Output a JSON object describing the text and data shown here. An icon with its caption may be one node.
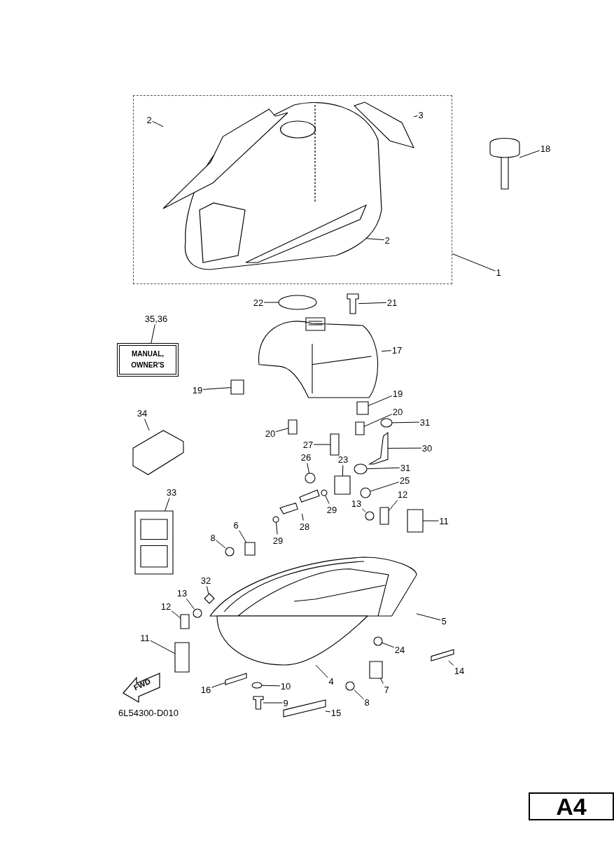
{
  "diagram": {
    "nodes": [
      {
        "text": [],
        "shape": "box"
      },
      {
        "text": [
          "2"
        ],
        "in": 0
      },
      {
        "text": [
          "3"
        ],
        "in": 0
      },
      {
        "text": [
          "18"
        ]
      },
      {
        "text": [
          "2"
        ],
        "in": 0
      },
      {
        "text": [
          "1"
        ]
      },
      {
        "text": [
          "22"
        ]
      },
      {
        "text": [
          "21"
        ]
      },
      {
        "text": [
          "35,36"
        ]
      },
      {
        "text": [
          "MANUAL, OWNER'S"
        ]
      },
      {
        "text": [
          "17"
        ]
      },
      {
        "text": [
          "19"
        ]
      },
      {
        "text": [
          "19"
        ]
      },
      {
        "text": [
          "20"
        ]
      },
      {
        "text": [
          "34"
        ]
      },
      {
        "text": [
          "31"
        ]
      },
      {
        "text": [
          "20"
        ]
      },
      {
        "text": [
          "27"
        ]
      },
      {
        "text": [
          "30"
        ]
      },
      {
        "text": [
          "26"
        ]
      },
      {
        "text": [
          "23"
        ]
      },
      {
        "text": [
          "31"
        ]
      },
      {
        "text": [
          "25"
        ]
      },
      {
        "text": [
          "33"
        ]
      },
      {
        "text": [
          "12"
        ]
      },
      {
        "text": [
          "13"
        ]
      },
      {
        "text": [
          "29"
        ]
      },
      {
        "text": [
          "11"
        ]
      },
      {
        "text": [
          "28"
        ]
      },
      {
        "text": [
          "6"
        ]
      },
      {
        "text": [
          "8"
        ]
      },
      {
        "text": [
          "29"
        ]
      },
      {
        "text": [
          "32"
        ]
      },
      {
        "text": [
          "13"
        ]
      },
      {
        "text": [
          "12"
        ]
      },
      {
        "text": [
          "5"
        ]
      },
      {
        "text": [
          "11"
        ]
      },
      {
        "text": [
          "24"
        ]
      },
      {
        "text": [
          "14"
        ]
      },
      {
        "text": [
          "4"
        ]
      },
      {
        "text": [
          "7"
        ]
      },
      {
        "text": [
          "10"
        ]
      },
      {
        "text": [
          "16"
        ]
      },
      {
        "text": [
          "8"
        ]
      },
      {
        "text": [
          "9"
        ]
      },
      {
        "text": [
          "15"
        ]
      },
      {
        "text": [
          "A4"
        ]
      },
      {
        "text": [],
        "shape": "picture",
        "in": 0
      },
      {
        "text": [],
        "shape": "picture",
        "in": 0
      },
      {
        "text": [],
        "shape": "picture"
      },
      {
        "text": [],
        "shape": "picture",
        "in": 0
      },
      {
        "text": [],
        "shape": "circle"
      },
      {
        "text": [],
        "shape": "picture"
      },
      {
        "text": [],
        "shape": "picture"
      },
      {
        "text": [],
        "shape": "box"
      },
      {
        "text": [],
        "shape": "box"
      },
      {
        "text": [],
        "shape": "box"
      },
      {
        "text": [],
        "shape": "picture"
      },
      {
        "text": [],
        "shape": "circle"
      },
      {
        "text": [],
        "shape": "box"
      },
      {
        "text": [],
        "shape": "box"
      },
      {
        "text": [],
        "shape": "picture"
      },
      {
        "text": [],
        "shape": "circle"
      },
      {
        "text": [],
        "shape": "box"
      },
      {
        "text": [],
        "shape": "circle"
      },
      {
        "text": [],
        "shape": "circle"
      },
      {
        "text": [],
        "shape": "box"
      },
      {
        "text": [],
        "shape": "box"
      },
      {
        "text": [],
        "shape": "circle"
      },
      {
        "text": [],
        "shape": "circle"
      },
      {
        "text": [],
        "shape": "box"
      },
      {
        "text": [],
        "shape": "picture"
      },
      {
        "text": [],
        "shape": "box"
      },
      {
        "text": [],
        "shape": "circle"
      },
      {
        "text": [],
        "shape": "circle"
      },
      {
        "text": [],
        "shape": "diamond"
      },
      {
        "text": [],
        "shape": "circle"
      },
      {
        "text": [],
        "shape": "box"
      },
      {
        "text": [],
        "shape": "picture"
      },
      {
        "text": [],
        "shape": "box"
      },
      {
        "text": [],
        "shape": "circle"
      },
      {
        "text": [],
        "shape": "bar"
      },
      {
        "text": [],
        "shape": "picture"
      },
      {
        "text": [],
        "shape": "box"
      },
      {
        "text": [],
        "shape": "circle"
      },
      {
        "text": [],
        "shape": "bar"
      },
      {
        "text": [],
        "shape": "circle"
      },
      {
        "text": [],
        "shape": "picture"
      },
      {
        "text": [],
        "shape": "bar"
      }
    ],
    "edges": [
      {
        "from": 1,
        "to": 47,
        "arrow": "none"
      },
      {
        "from": 2,
        "to": 48,
        "arrow": "none"
      },
      {
        "from": 3,
        "to": 49,
        "arrow": "none"
      },
      {
        "from": 4,
        "to": 50,
        "arrow": "none"
      },
      {
        "from": 5,
        "to": 0,
        "arrow": "none"
      },
      {
        "from": 6,
        "to": 51,
        "arrow": "none"
      },
      {
        "from": 7,
        "to": 52,
        "arrow": "none"
      },
      {
        "from": 8,
        "to": 9,
        "arrow": "none"
      },
      {
        "from": 10,
        "to": 53,
        "arrow": "none"
      },
      {
        "from": 11,
        "to": 54,
        "arrow": "none"
      },
      {
        "from": 12,
        "to": 55,
        "arrow": "none"
      },
      {
        "from": 13,
        "to": 56,
        "arrow": "none"
      },
      {
        "from": 14,
        "to": 57,
        "arrow": "none"
      },
      {
        "from": 15,
        "to": 58,
        "arrow": "none"
      },
      {
        "from": 16,
        "to": 59,
        "arrow": "none"
      },
      {
        "from": 17,
        "to": 60,
        "arrow": "none"
      },
      {
        "from": 18,
        "to": 61,
        "arrow": "none"
      },
      {
        "from": 19,
        "to": 62,
        "arrow": "none"
      },
      {
        "from": 20,
        "to": 63,
        "arrow": "none"
      },
      {
        "from": 21,
        "to": 64,
        "arrow": "none"
      },
      {
        "from": 22,
        "to": 65,
        "arrow": "none"
      },
      {
        "from": 23,
        "to": 66,
        "arrow": "none"
      },
      {
        "from": 24,
        "to": 67,
        "arrow": "none"
      },
      {
        "from": 25,
        "to": 68,
        "arrow": "none"
      },
      {
        "from": 26,
        "to": 69,
        "arrow": "none"
      },
      {
        "from": 27,
        "to": 70,
        "arrow": "none"
      },
      {
        "from": 28,
        "to": 71,
        "arrow": "none"
      },
      {
        "from": 29,
        "to": 72,
        "arrow": "none"
      },
      {
        "from": 30,
        "to": 73,
        "arrow": "none"
      },
      {
        "from": 31,
        "to": 74,
        "arrow": "none"
      },
      {
        "from": 32,
        "to": 75,
        "arrow": "none"
      },
      {
        "from": 33,
        "to": 76,
        "arrow": "none"
      },
      {
        "from": 34,
        "to": 77,
        "arrow": "none"
      },
      {
        "from": 35,
        "to": 78,
        "arrow": "none"
      },
      {
        "from": 36,
        "to": 79,
        "arrow": "none"
      },
      {
        "from": 37,
        "to": 80,
        "arrow": "none"
      },
      {
        "from": 38,
        "to": 81,
        "arrow": "none"
      },
      {
        "from": 39,
        "to": 82,
        "arrow": "none"
      },
      {
        "from": 40,
        "to": 83,
        "arrow": "none"
      },
      {
        "from": 41,
        "to": 84,
        "arrow": "none"
      },
      {
        "from": 42,
        "to": 85,
        "arrow": "none"
      },
      {
        "from": 43,
        "to": 86,
        "arrow": "none"
      },
      {
        "from": 44,
        "to": 87,
        "arrow": "none"
      },
      {
        "from": 45,
        "to": 88,
        "arrow": "none"
      }
    ],
    "labels": [
      "FWD",
      "6L54300-D010"
    ]
  }
}
